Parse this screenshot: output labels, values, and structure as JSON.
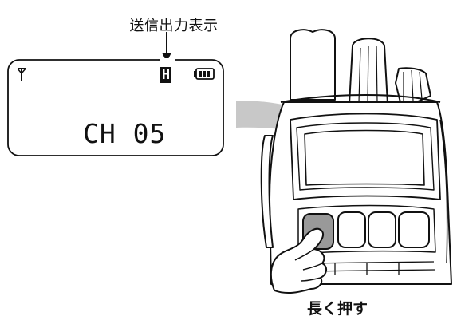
{
  "callout": {
    "power_display_label": "送信出力表示"
  },
  "lcd": {
    "channel_text": "CH 05",
    "power_level": "H"
  },
  "action": {
    "press_label": "長く押す"
  },
  "colors": {
    "stroke": "#111111",
    "arrow_band": "#c8c8c8",
    "highlight_key": "#999999"
  },
  "icons": [
    "antenna-icon",
    "battery-icon",
    "pointing-hand-icon",
    "down-arrow-icon"
  ]
}
